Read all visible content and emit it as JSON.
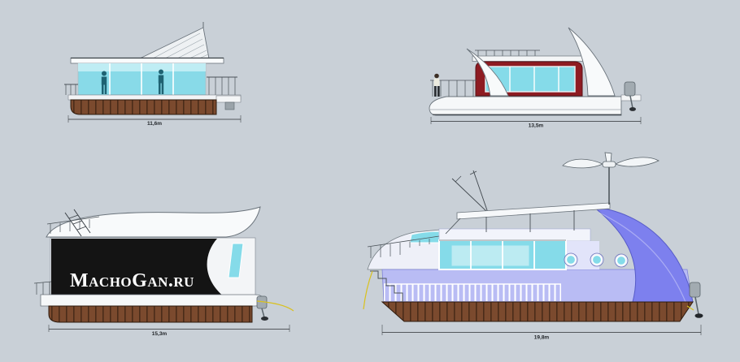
{
  "scene": {
    "background_color": "#c9d0d7"
  },
  "colors": {
    "pontoon_brown": "#7b4a2e",
    "pontoon_slat": "#4a2c19",
    "window_cyan": "#85dbe9",
    "cabin_red": "#8e1b22",
    "cabin_black": "#141414",
    "canopy_purple": "#7d80ee",
    "hull_white": "#f6f8f9",
    "rope_yellow": "#d9c11f",
    "dimension_color": "#2b2f33",
    "brand_text_color": "#ffffff"
  },
  "boats": {
    "b1": {
      "dimension_label": "11,6m"
    },
    "b2": {
      "dimension_label": "13,5m"
    },
    "b3": {
      "dimension_label": "15,3m",
      "brand": "MachoGan.ru"
    },
    "b4": {
      "dimension_label": "19,8m"
    }
  }
}
